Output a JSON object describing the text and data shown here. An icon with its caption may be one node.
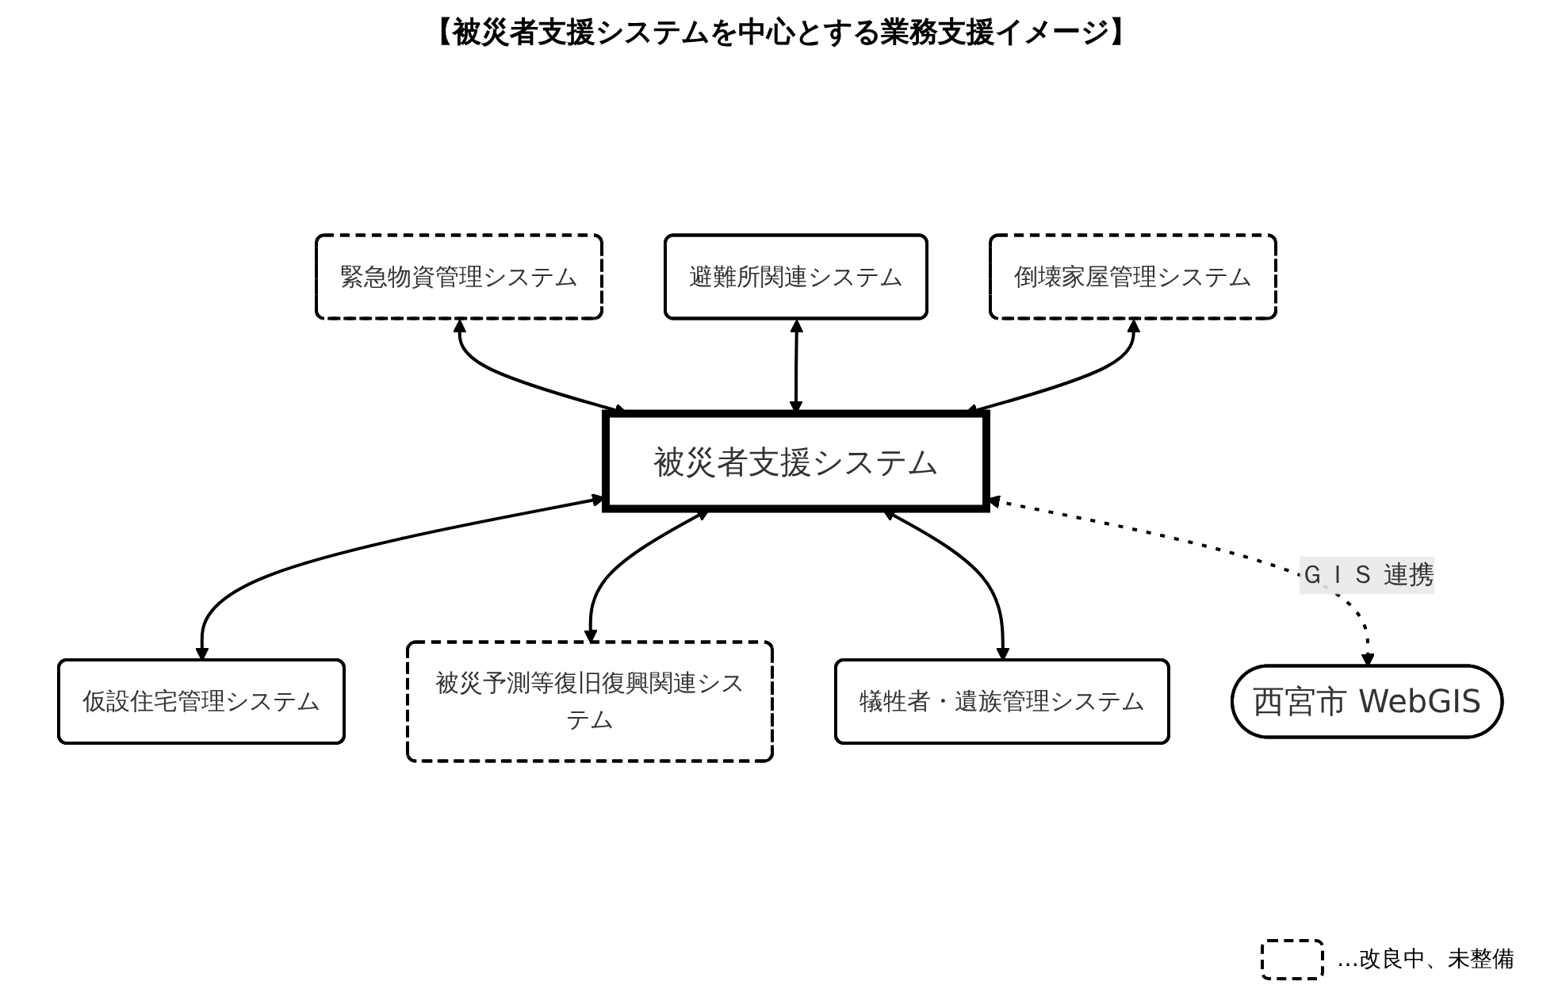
{
  "diagram": {
    "title": "【被災者支援システムを中心とする業務支援イメージ】",
    "nodes": [
      {
        "text": [
          "被災者支援システム"
        ]
      },
      {
        "text": [
          "緊急物資管理システム"
        ]
      },
      {
        "text": [
          "避難所関連システム"
        ]
      },
      {
        "text": [
          "倒壊家屋管理システム"
        ]
      },
      {
        "text": [
          "仮設住宅管理システム"
        ]
      },
      {
        "text": [
          "被災予測等復旧復興関連システム"
        ]
      },
      {
        "text": [
          "犠牲者・遺族管理システム"
        ]
      },
      {
        "text": [
          "西宮市 WebGIS"
        ]
      }
    ],
    "edges": [
      {
        "from": 1,
        "to": 0,
        "arrow": "both"
      },
      {
        "from": 2,
        "to": 0,
        "arrow": "both"
      },
      {
        "from": 3,
        "to": 0,
        "arrow": "both"
      },
      {
        "from": 0,
        "to": 4,
        "arrow": "both"
      },
      {
        "from": 0,
        "to": 5,
        "arrow": "both"
      },
      {
        "from": 0,
        "to": 6,
        "arrow": "both"
      },
      {
        "from": 0,
        "to": 7,
        "arrow": "both",
        "style": "dashed",
        "label": "ＧＩＳ 連携"
      }
    ],
    "legend": [
      {
        "text": "…改良中、未整備"
      }
    ]
  }
}
